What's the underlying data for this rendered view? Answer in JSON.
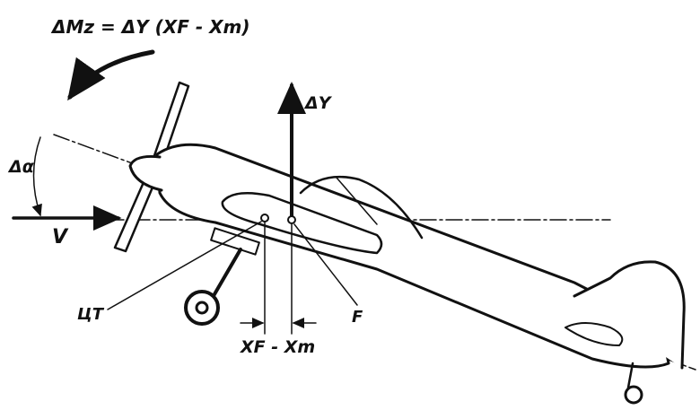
{
  "labels": {
    "moment_formula": "ΔMz = ΔY (XF - Xm)",
    "lift_increment": "ΔY",
    "angle_increment": "Δα",
    "velocity": "V",
    "center_of_gravity": "ЦТ",
    "focus": "F",
    "arm": "XF - Xm"
  },
  "colors": {
    "ink": "#111111",
    "paper": "#ffffff"
  }
}
